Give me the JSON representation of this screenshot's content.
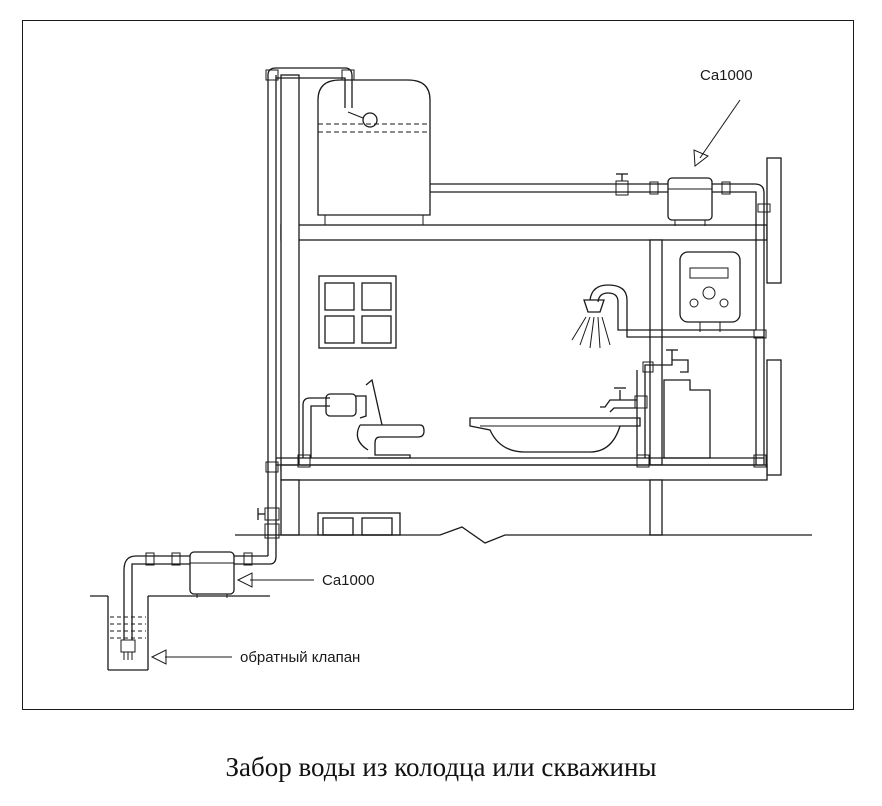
{
  "labels": {
    "top_device": "Ca1000",
    "bottom_device": "Ca1000",
    "check_valve": "обратный клапан"
  },
  "caption": "Забор воды из колодца или скважины"
}
